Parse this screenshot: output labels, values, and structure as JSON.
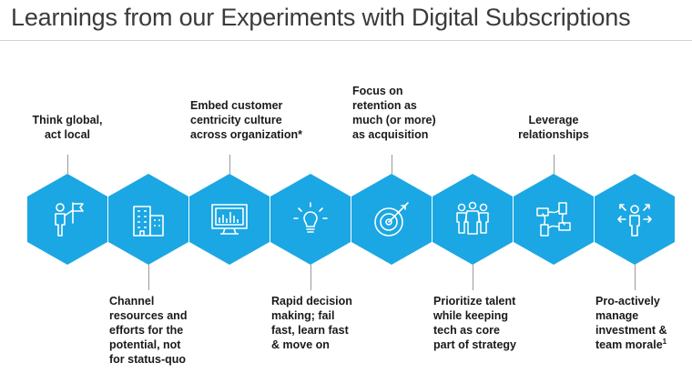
{
  "slide": {
    "title": "Learnings from our Experiments with Digital Subscriptions"
  },
  "accent_color": "#1ba7e3",
  "learnings": [
    {
      "lines": [
        "Think global,",
        "act local"
      ],
      "icon": "person-with-flag-icon"
    },
    {
      "lines": [
        "Channel",
        "resources and",
        "efforts for the",
        "potential, not",
        "for status-quo"
      ],
      "icon": "buildings-icon"
    },
    {
      "lines": [
        "Embed customer",
        "centricity culture",
        "across organization*"
      ],
      "icon": "monitor-chart-icon"
    },
    {
      "lines": [
        "Rapid decision",
        "making; fail",
        "fast, learn fast",
        "& move on"
      ],
      "icon": "lightbulb-icon"
    },
    {
      "lines": [
        "Focus on",
        "retention as",
        "much (or more)",
        "as acquisition"
      ],
      "icon": "target-arrow-icon"
    },
    {
      "lines": [
        "Prioritize talent",
        "while keeping",
        "tech as core",
        "part of strategy"
      ],
      "icon": "people-group-icon"
    },
    {
      "lines": [
        "Leverage",
        "relationships"
      ],
      "icon": "joined-hands-icon"
    },
    {
      "lines": [
        "Pro-actively",
        "manage",
        "investment &",
        "team morale"
      ],
      "footnote_mark": "1",
      "icon": "person-arrows-icon"
    }
  ]
}
